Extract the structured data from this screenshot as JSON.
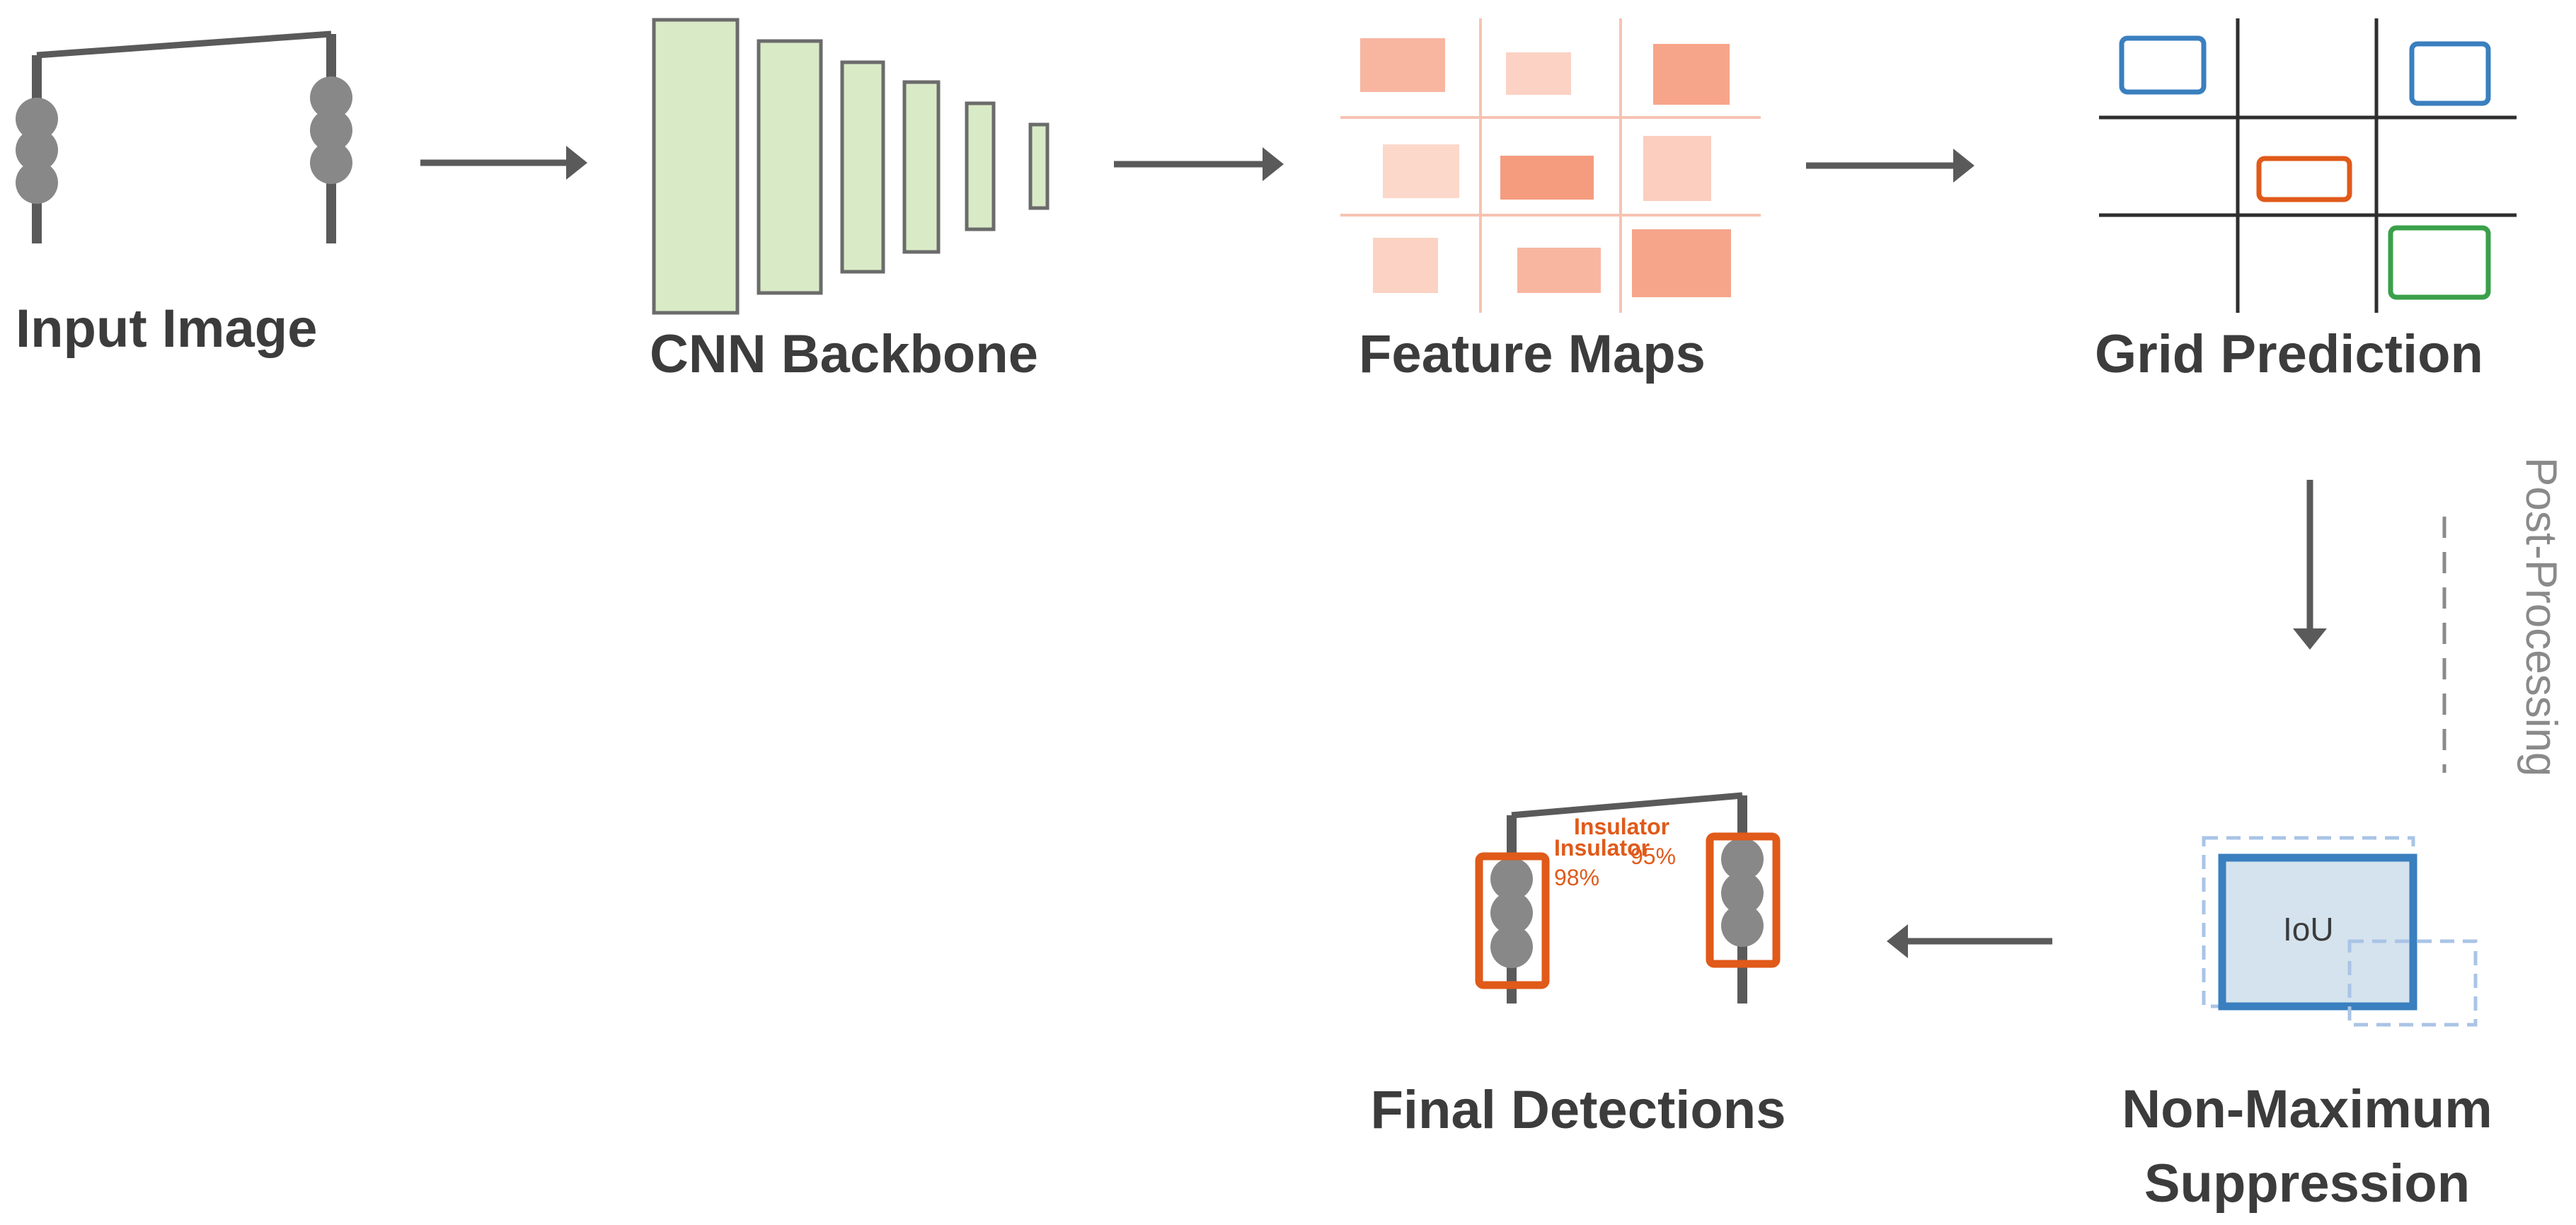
{
  "stages": {
    "input_image": "Input Image",
    "cnn_backbone": "CNN Backbone",
    "feature_maps": "Feature Maps",
    "grid_prediction": "Grid Prediction",
    "nms": "Non-Maximum\nSuppression",
    "final_detections": "Final Detections"
  },
  "post_processing": "Post-Processing",
  "iou_label": "IoU",
  "detections": [
    {
      "name": "Insulator",
      "confidence": "98%"
    },
    {
      "name": "Insulator",
      "confidence": "95%"
    }
  ],
  "colors": {
    "dark_gray": "#5a5a5a",
    "insulator_gray": "#888888",
    "backbone_fill": "#d9eac7",
    "feature_fill": "#f7b4a0",
    "box_blue": "#3a7fbf",
    "box_orange": "#e05a1a",
    "box_green": "#3aa04a",
    "iou_fill": "#d4e3ee"
  },
  "icons": [
    "arrow-right-icon",
    "arrow-down-icon",
    "arrow-left-icon",
    "insulator-icon"
  ]
}
